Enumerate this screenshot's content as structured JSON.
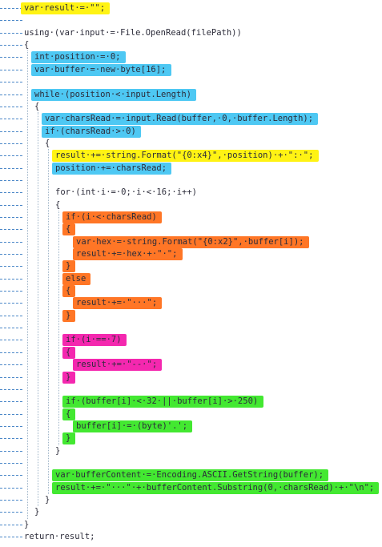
{
  "editor": {
    "language": "C#",
    "highlight_colors": {
      "yellow": "#fff200",
      "blue": "#3fc3f2",
      "orange": "#ff6a13",
      "magenta": "#f316a8",
      "green": "#33e620"
    },
    "lines": [
      {
        "text": "var·result·=·\"\";",
        "highlight": "yellow"
      },
      {
        "text": "",
        "highlight": ""
      },
      {
        "text": "using·(var·input·=·File.OpenRead(filePath))",
        "highlight": ""
      },
      {
        "text": "{",
        "highlight": ""
      },
      {
        "text": "int·position·=·0;",
        "highlight": "blue"
      },
      {
        "text": "var·buffer·=·new·byte[16];",
        "highlight": "blue"
      },
      {
        "text": "",
        "highlight": ""
      },
      {
        "text": "while·(position·<·input.Length)",
        "highlight": "blue"
      },
      {
        "text": "{",
        "highlight": ""
      },
      {
        "text": "var·charsRead·=·input.Read(buffer,·0,·buffer.Length);",
        "highlight": "blue"
      },
      {
        "text": "if·(charsRead·>·0)",
        "highlight": "blue"
      },
      {
        "text": "{",
        "highlight": ""
      },
      {
        "text": "result·+=·string.Format(\"{0:x4}\",·position)·+·\":·\";",
        "highlight": "yellow"
      },
      {
        "text": "position·+=·charsRead;",
        "highlight": "blue"
      },
      {
        "text": "",
        "highlight": ""
      },
      {
        "text": "for·(int·i·=·0;·i·<·16;·i++)",
        "highlight": ""
      },
      {
        "text": "{",
        "highlight": ""
      },
      {
        "text": "if·(i·<·charsRead)",
        "highlight": "orange"
      },
      {
        "text": "{",
        "highlight": "orange"
      },
      {
        "text": "var·hex·=·string.Format(\"{0:x2}\",·buffer[i]);",
        "highlight": "orange"
      },
      {
        "text": "result·+=·hex·+·\"·\";",
        "highlight": "orange"
      },
      {
        "text": "}",
        "highlight": "orange"
      },
      {
        "text": "else",
        "highlight": "orange"
      },
      {
        "text": "{",
        "highlight": "orange"
      },
      {
        "text": "result·+=·\"···\";",
        "highlight": "orange"
      },
      {
        "text": "}",
        "highlight": "orange"
      },
      {
        "text": "",
        "highlight": ""
      },
      {
        "text": "if·(i·==·7)",
        "highlight": "magenta"
      },
      {
        "text": "{",
        "highlight": "magenta"
      },
      {
        "text": "result·+=·\"--·\";",
        "highlight": "magenta"
      },
      {
        "text": "}",
        "highlight": "magenta"
      },
      {
        "text": "",
        "highlight": ""
      },
      {
        "text": "if·(buffer[i]·<·32·||·buffer[i]·>·250)",
        "highlight": "green"
      },
      {
        "text": "{",
        "highlight": "green"
      },
      {
        "text": "buffer[i]·=·(byte)'.';",
        "highlight": "green"
      },
      {
        "text": "}",
        "highlight": "green"
      },
      {
        "text": "}",
        "highlight": ""
      },
      {
        "text": "",
        "highlight": ""
      },
      {
        "text": "var·bufferContent·=·Encoding.ASCII.GetString(buffer);",
        "highlight": "green"
      },
      {
        "text": "result·+=·\"···\"·+·bufferContent.Substring(0,·charsRead)·+·\"\\n\";",
        "highlight": "green"
      },
      {
        "text": "}",
        "highlight": ""
      },
      {
        "text": "}",
        "highlight": ""
      },
      {
        "text": "}",
        "highlight": ""
      },
      {
        "text": "return·result;",
        "highlight": ""
      }
    ]
  }
}
